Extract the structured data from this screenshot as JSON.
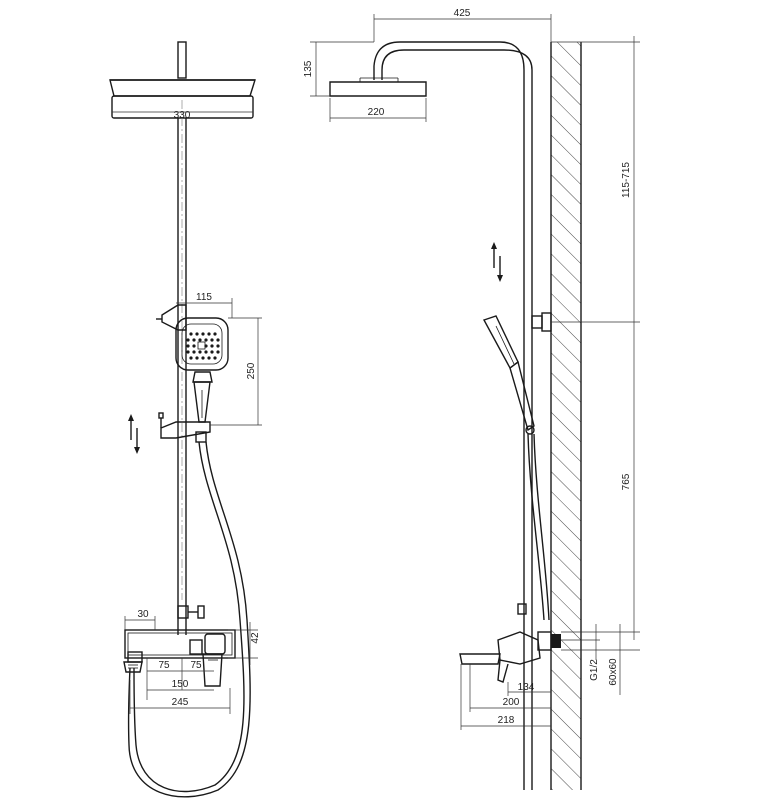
{
  "dimensions": {
    "front": {
      "shower_head_width": "330",
      "hand_shower_width": "115",
      "hand_shower_height": "250",
      "mixer_spout_offset": "30",
      "mixer_height": "42",
      "mixer_75": "75",
      "mixer_75b": "75",
      "mixer_150": "150",
      "mixer_245": "245"
    },
    "side": {
      "arm_reach": "425",
      "head_height": "135",
      "head_diameter": "220",
      "height_range": "115-715",
      "bracket_to_mixer": "765",
      "thread": "G1/2",
      "flange": "60x60",
      "spout_134": "134",
      "spout_200": "200",
      "spout_218": "218"
    }
  },
  "colors": {
    "line": "#1a1a1a",
    "background": "#ffffff"
  },
  "icons": {
    "adjust": "up-down-arrows-icon"
  }
}
